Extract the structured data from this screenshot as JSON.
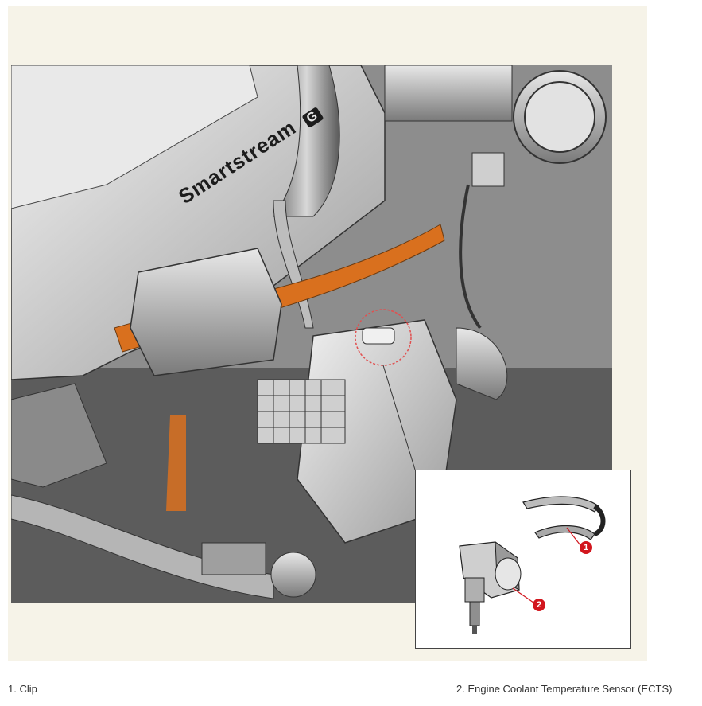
{
  "engine": {
    "brand_text": "Smartstream",
    "brand_badge": "G"
  },
  "inset": {
    "callouts": [
      "1",
      "2"
    ]
  },
  "legend": {
    "items": [
      {
        "number": "1",
        "label": "1. Clip"
      },
      {
        "number": "2",
        "label": "2. Engine Coolant Temperature Sensor (ECTS)"
      }
    ]
  },
  "colors": {
    "background": "#f6f3e8",
    "gasket_orange": "#d9701e",
    "callout_red": "#d2161e",
    "highlight_circle": "#e05050"
  }
}
